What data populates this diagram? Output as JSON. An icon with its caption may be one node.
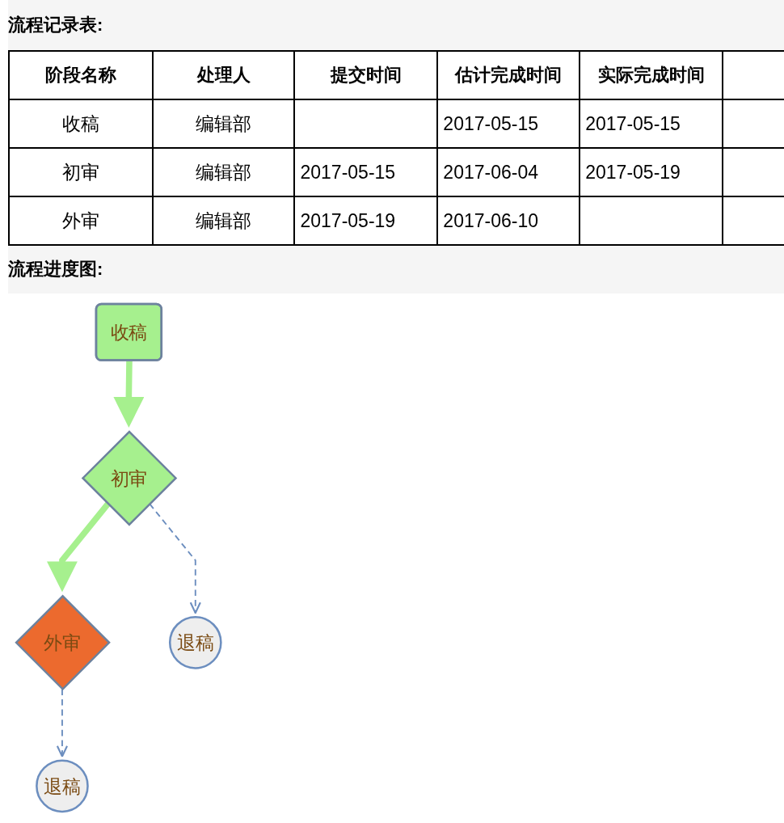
{
  "diagram": {
    "nodes": [
      {
        "text": [
          "收稿"
        ]
      },
      {
        "text": [
          "初审"
        ]
      },
      {
        "text": [
          "外审"
        ]
      },
      {
        "text": [
          "退稿"
        ]
      },
      {
        "text": [
          "退稿"
        ]
      }
    ],
    "edges": [
      {
        "from": 0,
        "to": 1,
        "arrow": "to",
        "style": "thick",
        "color": "#a6f08e"
      },
      {
        "from": 1,
        "to": 2,
        "arrow": "to",
        "style": "thick",
        "color": "#a6f08e"
      },
      {
        "from": 1,
        "to": 3,
        "arrow": "to",
        "style": "dashed",
        "color": "#6c8ebf"
      },
      {
        "from": 2,
        "to": 4,
        "arrow": "to",
        "style": "dashed",
        "color": "#6c8ebf"
      }
    ],
    "labels": [
      "流程记录表:",
      "阶段名称",
      "处理人",
      "提交时间",
      "估计完成时间",
      "实际完成时间",
      "收稿",
      "编辑部",
      "2017-05-15",
      "2017-05-15",
      "初审",
      "编辑部",
      "2017-05-15",
      "2017-06-04",
      "2017-05-19",
      "外审",
      "编辑部",
      "2017-05-19",
      "2017-06-10",
      "流程进度图:"
    ]
  }
}
